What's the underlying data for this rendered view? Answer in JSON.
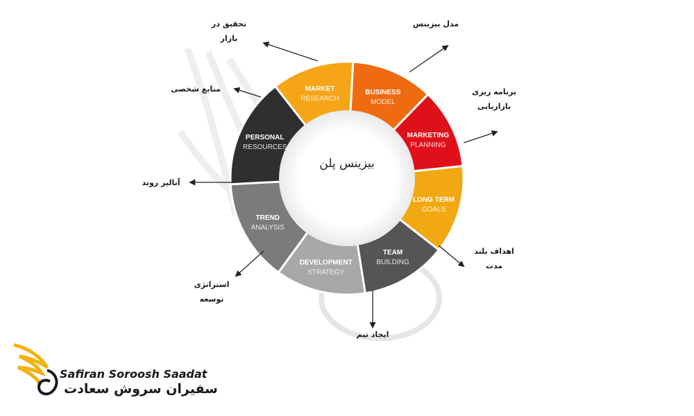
{
  "center_title": "بیزینس پلن",
  "segments": [
    {
      "title": "MARKET",
      "subtitle": "RESEARCH",
      "color": "#f6a516",
      "fa_label": [
        "تحقیق در",
        "بازار"
      ]
    },
    {
      "title": "BUSINESS",
      "subtitle": "MODEL",
      "color": "#ee6b12",
      "fa_label": [
        "مدل بیزینس"
      ]
    },
    {
      "title": "MARKETING",
      "subtitle": "PLANNING",
      "color": "#e0101a",
      "fa_label": [
        "برنامه ریزی",
        "بازاریابی"
      ]
    },
    {
      "title": "LONG TERM",
      "subtitle": "GOALS",
      "color": "#f2a812",
      "fa_label": [
        "اهداف بلند",
        "مدت"
      ]
    },
    {
      "title": "TEAM",
      "subtitle": "BUILDING",
      "color": "#555555",
      "fa_label": [
        "ایجاد تیم"
      ]
    },
    {
      "title": "DEVELOPMENT",
      "subtitle": "STRATEGY",
      "color": "#a9a7a8",
      "fa_label": [
        "استراتژی",
        "توسعه"
      ]
    },
    {
      "title": "TREND",
      "subtitle": "ANALYSIS",
      "color": "#7b7b7b",
      "fa_label": [
        "آنالیز روند"
      ]
    },
    {
      "title": "PERSONAL",
      "subtitle": "RESOURCES",
      "color": "#2f2f2f",
      "fa_label": [
        "منابع شخصی"
      ]
    }
  ],
  "brand": {
    "name_en": "Safiran Soroosh Saadat",
    "name_fa": "سفیران سروش سعادت",
    "accent": "#f2b10c"
  },
  "colors": {
    "arrow": "#222222",
    "label_text": "#1a1a1a"
  }
}
